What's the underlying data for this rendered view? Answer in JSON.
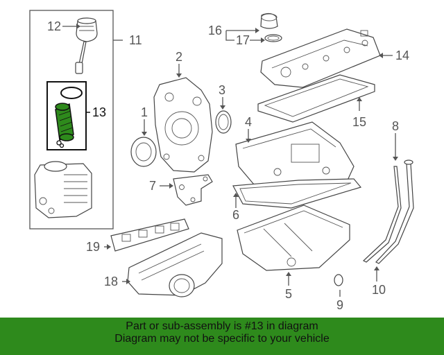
{
  "callouts": {
    "c1": "1",
    "c2": "2",
    "c3": "3",
    "c4": "4",
    "c5": "5",
    "c6": "6",
    "c7": "7",
    "c8": "8",
    "c9": "9",
    "c10": "10",
    "c11": "11",
    "c12": "12",
    "c13": "13",
    "c14": "14",
    "c15": "15",
    "c16": "16",
    "c17": "17",
    "c18": "18",
    "c19": "19"
  },
  "highlight": {
    "part_number": "13",
    "color": "#2e8a1c"
  },
  "banner": {
    "line1": "Part or sub-assembly is #13 in diagram",
    "line2": "Diagram may not be specific to your vehicle",
    "background": "#2e8a1c"
  }
}
